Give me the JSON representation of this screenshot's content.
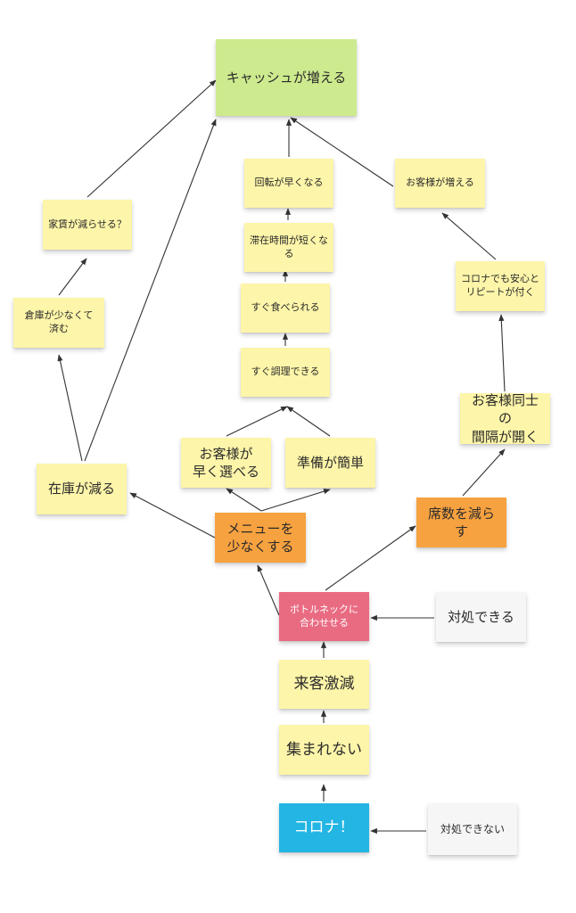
{
  "notes": {
    "cash": "キャッシュが増える",
    "yachin": "家賃が減らせる？",
    "souko": "倉庫が少なくて\n済む",
    "zaiko": "在庫が減る",
    "kaiten": "回転が早くなる",
    "taizai": "滞在時間が短くなる",
    "taberu": "すぐ食べられる",
    "chouri": "すぐ調理できる",
    "erabu": "お客様が\n早く選べる",
    "junbi": "準備が簡単",
    "menu": "メニューを\n少なくする",
    "okyaku_fueru": "お客様が増える",
    "anshin": "コロナでも安心と\nリピートが付く",
    "kankaku": "お客様同士の\n間隔が開く",
    "seki": "席数を減らす",
    "bottleneck": "ボトルネックに\n合わせせる",
    "taisho": "対処できる",
    "raikyaku": "来客激減",
    "atsumare": "集まれない",
    "corona": "コロナ！",
    "taisho_nai": "対処できない"
  },
  "colors": {
    "arrow": "#333333"
  }
}
